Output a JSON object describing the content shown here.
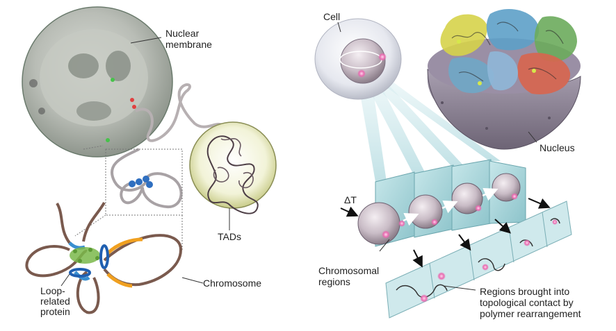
{
  "labels": {
    "nuclear_membrane_line1": "Nuclear",
    "nuclear_membrane_line2": "membrane",
    "tads": "TADs",
    "loop_protein_line1": "Loop-",
    "loop_protein_line2": "related",
    "loop_protein_line3": "protein",
    "chromosome": "Chromosome",
    "cell": "Cell",
    "nucleus": "Nucleus",
    "delta_t": "ΔT",
    "chromosomal_line1": "Chromosomal",
    "chromosomal_line2": "regions",
    "regions_line1": "Regions brought into",
    "regions_line2": "topological contact by",
    "regions_line3": "polymer rearrangement"
  },
  "colors": {
    "chromosome_strand": "#7a5a4e",
    "loop_protein": "#3a8fd0",
    "orange_segment": "#f0a020",
    "green_cluster": "#7ab84a",
    "panel": "#9fd0d6",
    "nucleus_shell": "#8a7f93",
    "contact_glow": "#e86bb0"
  }
}
